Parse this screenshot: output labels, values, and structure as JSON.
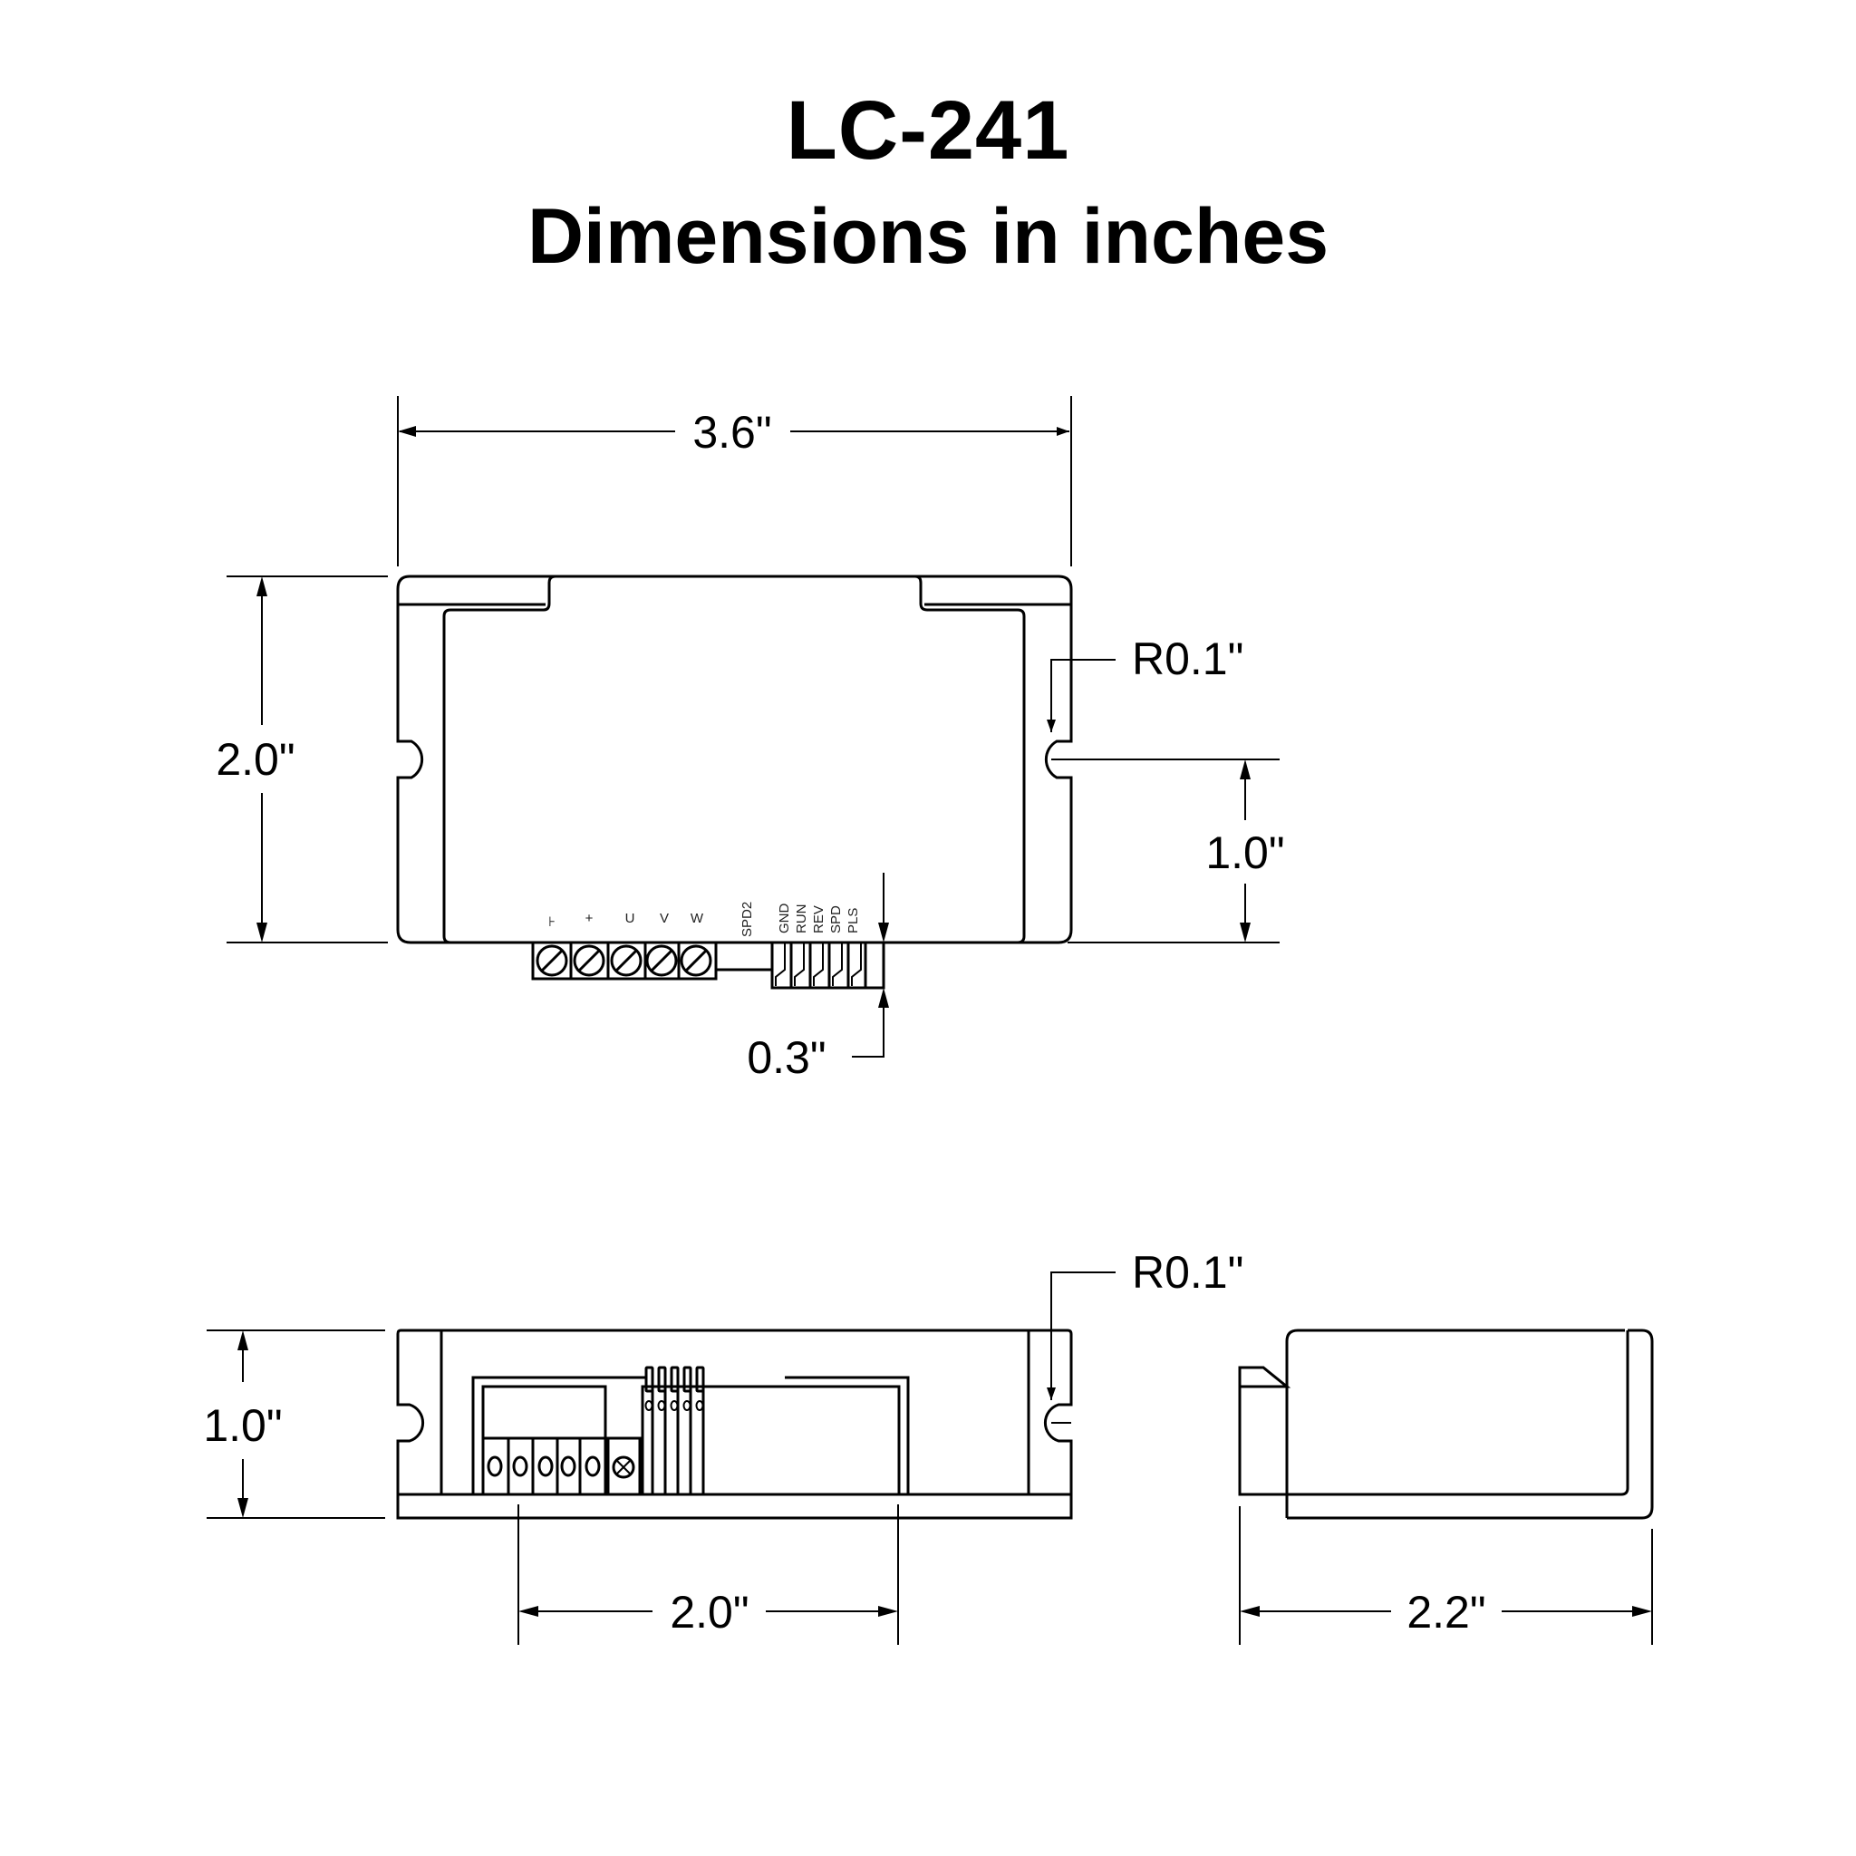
{
  "title": {
    "model": "LC-241",
    "subtitle": "Dimensions in inches"
  },
  "top_view": {
    "width_dim": "3.6\"",
    "height_dim": "2.0\"",
    "slot_radius": "R0.1\"",
    "slot_offset_dim": "1.0\"",
    "connector_protrusion_dim": "0.3\"",
    "power_terminal_labels": [
      "⊦",
      "+",
      "U",
      "V",
      "W"
    ],
    "spd2_label": "SPD2",
    "signal_terminal_labels": [
      "GND",
      "RUN",
      "REV",
      "SPD",
      "PLS"
    ]
  },
  "front_view": {
    "height_dim": "1.0\"",
    "slot_radius": "R0.1\"",
    "connector_width_dim": "2.0\""
  },
  "side_view": {
    "depth_dim": "2.2\""
  }
}
